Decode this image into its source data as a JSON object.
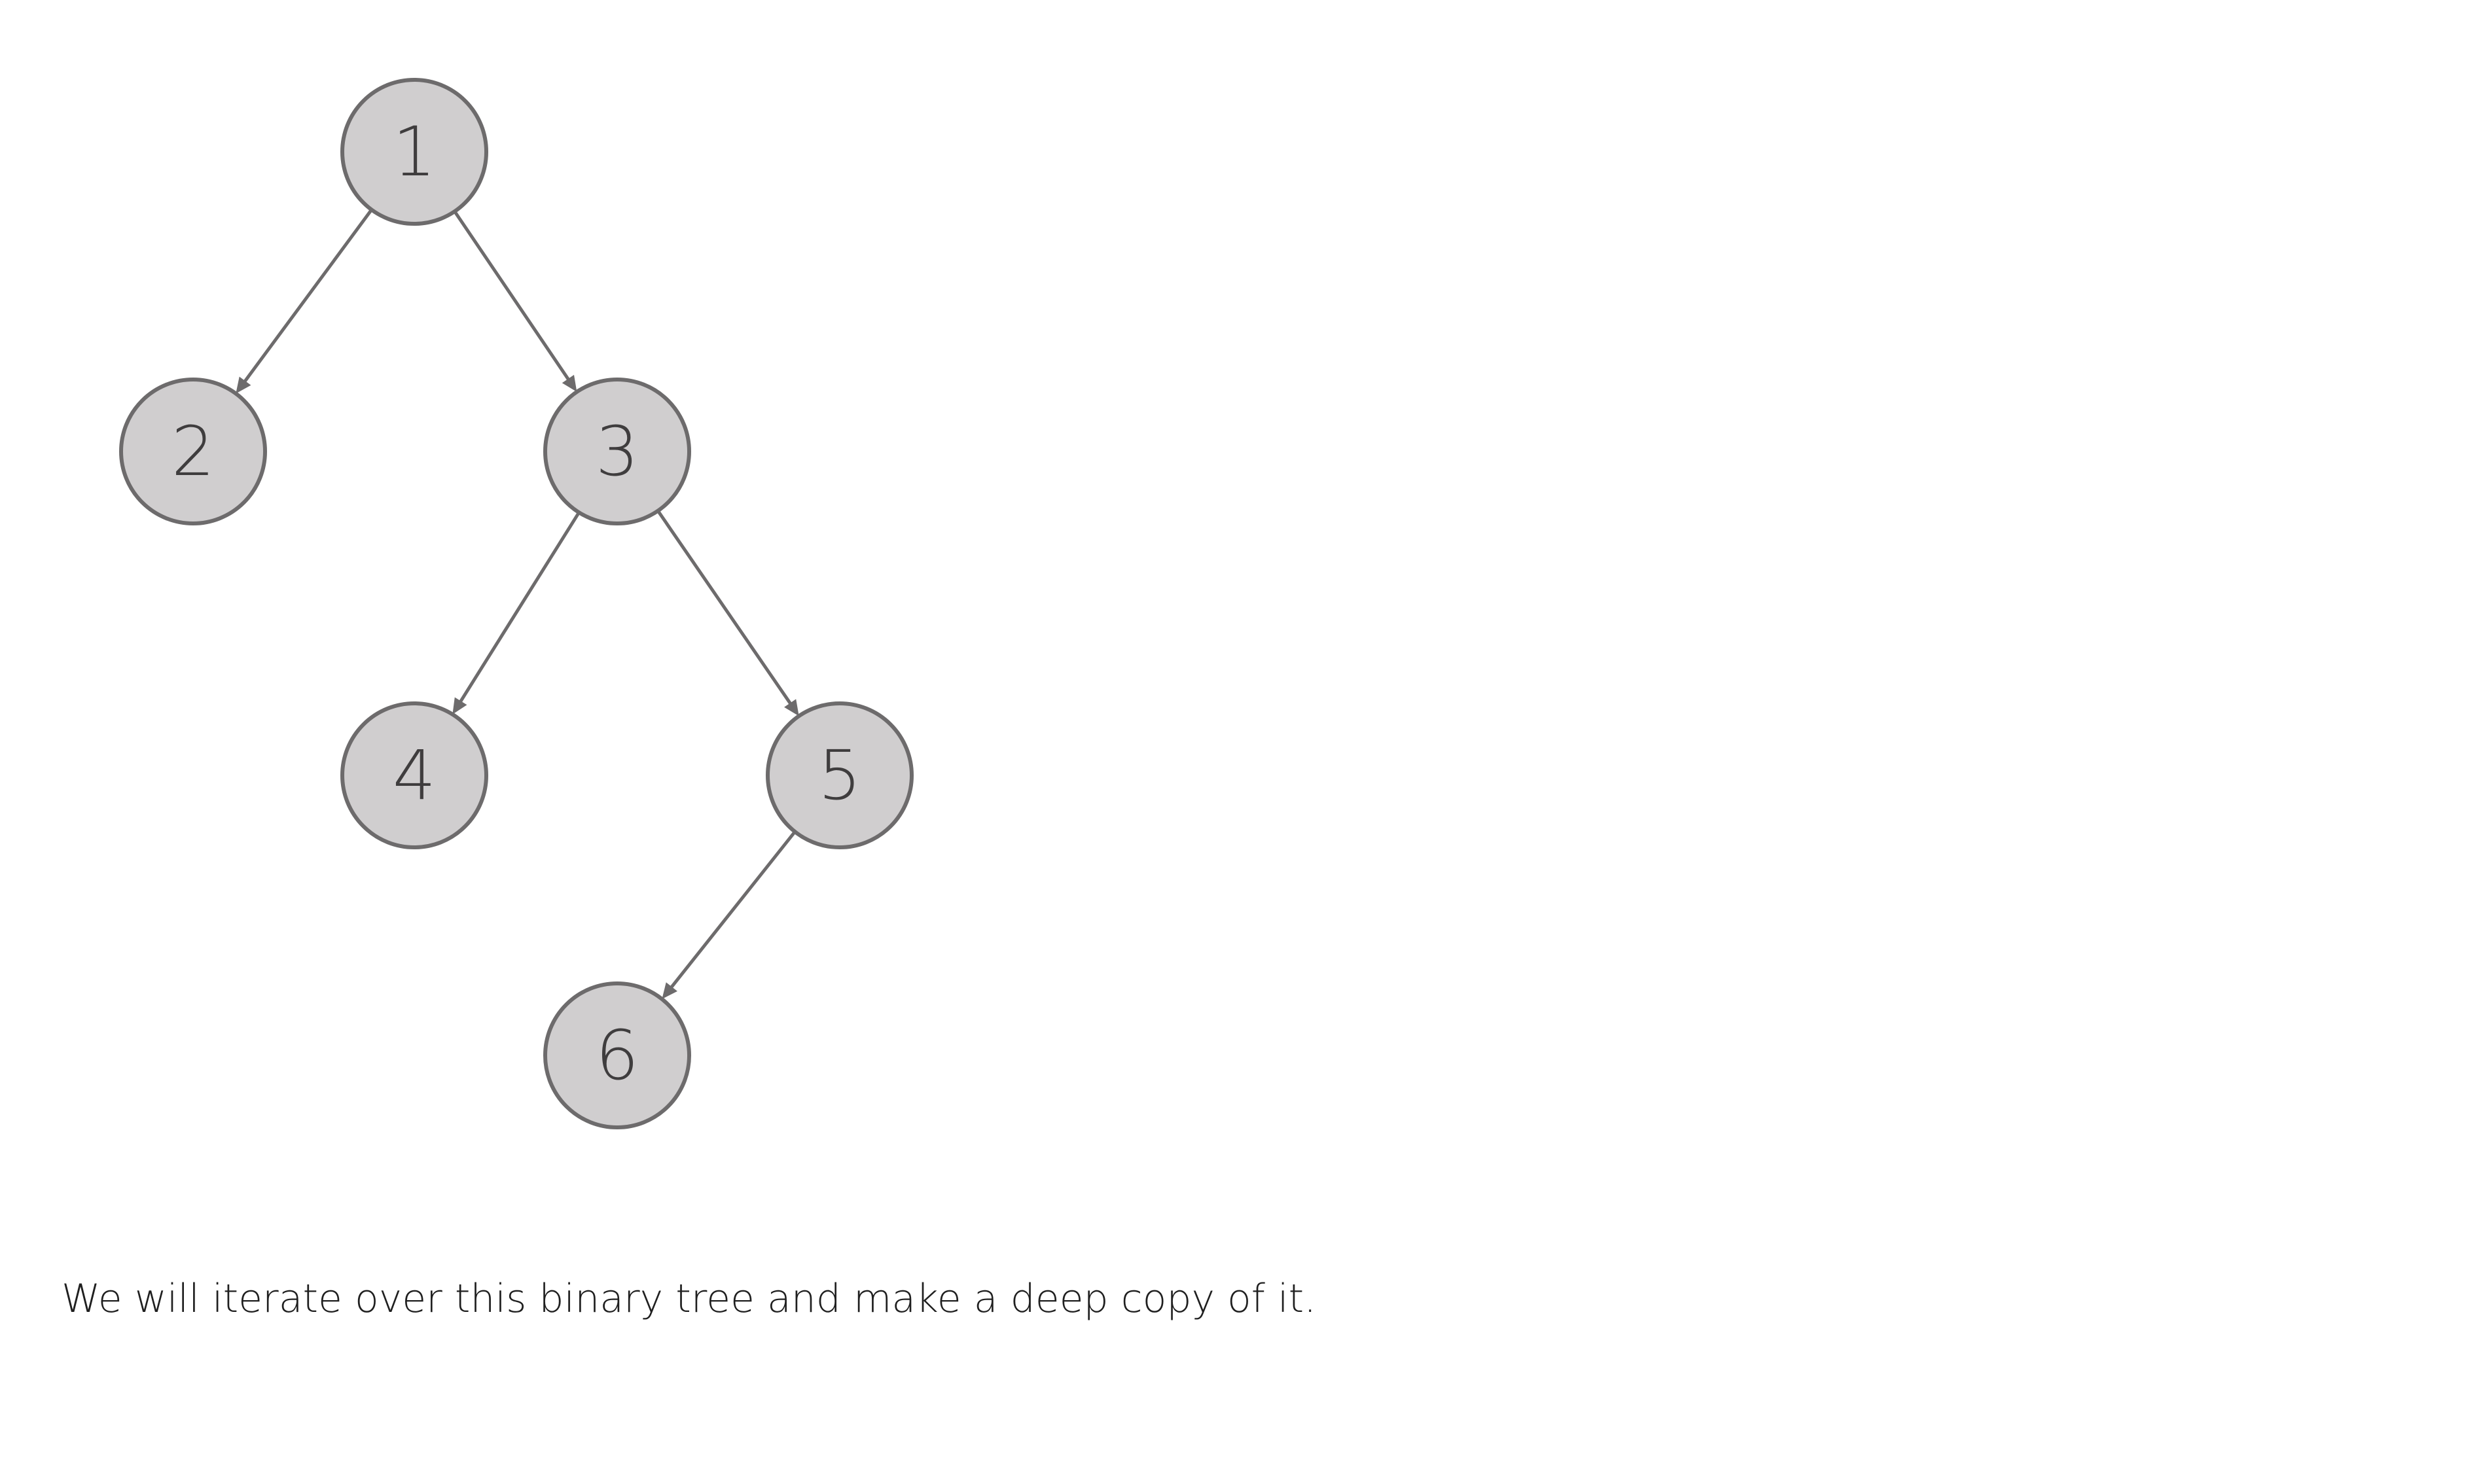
{
  "diagram": {
    "type": "binary-tree",
    "nodes": [
      {
        "id": "n1",
        "label": "1"
      },
      {
        "id": "n2",
        "label": "2"
      },
      {
        "id": "n3",
        "label": "3"
      },
      {
        "id": "n4",
        "label": "4"
      },
      {
        "id": "n5",
        "label": "5"
      },
      {
        "id": "n6",
        "label": "6"
      }
    ],
    "edges": [
      {
        "from": "n1",
        "to": "n2"
      },
      {
        "from": "n1",
        "to": "n3"
      },
      {
        "from": "n3",
        "to": "n4"
      },
      {
        "from": "n3",
        "to": "n5"
      },
      {
        "from": "n5",
        "to": "n6"
      }
    ],
    "colors": {
      "node_fill": "#d0cecf",
      "node_stroke": "#6d6b6c",
      "edge": "#6d6b6c",
      "label": "#3f3d3e"
    }
  },
  "caption": "We will iterate over this binary tree and make a deep copy of it."
}
